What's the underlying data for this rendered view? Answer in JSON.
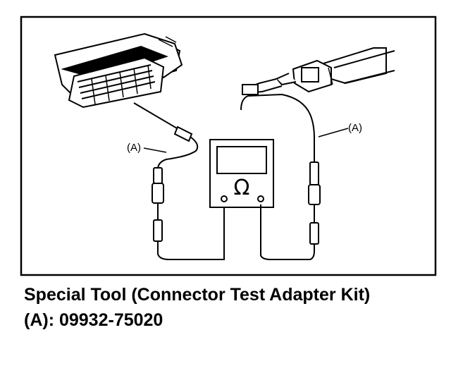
{
  "figure": {
    "label_left": "(A)",
    "label_right": "(A)",
    "meter_symbol": "Ω"
  },
  "caption": {
    "line1": "Special Tool (Connector Test Adapter Kit)",
    "line2": "(A): 09932-75020"
  }
}
